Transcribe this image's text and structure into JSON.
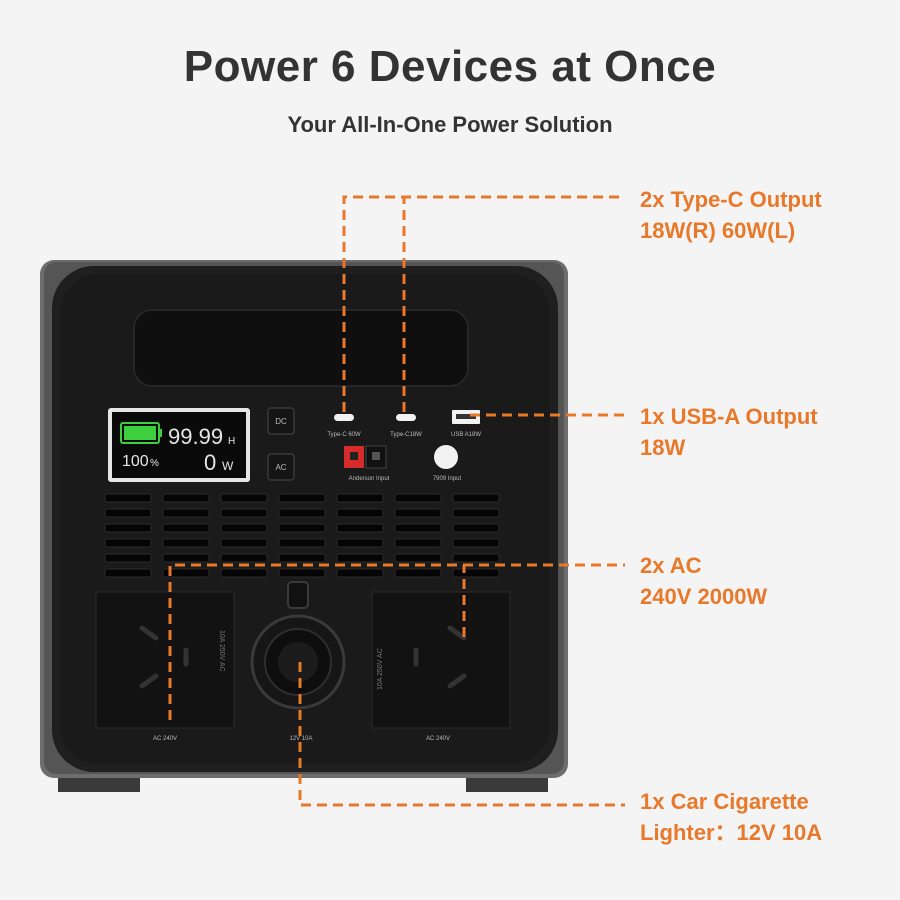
{
  "heading": {
    "title": "Power 6 Devices at Once",
    "subtitle": "Your All-In-One Power Solution"
  },
  "callouts": {
    "typec": {
      "line1": "2x Type-C Output",
      "line2": "18W(R) 60W(L)"
    },
    "usba": {
      "line1": "1x USB-A Output",
      "line2": "18W"
    },
    "ac": {
      "line1": "2x AC",
      "line2": "240V 2000W"
    },
    "car": {
      "line1": "1x Car Cigarette",
      "line2": "Lighter：12V 10A"
    }
  },
  "display": {
    "time": "99.99",
    "time_unit": "H",
    "percent": "100",
    "percent_unit": "%",
    "watts": "0",
    "watts_unit": "W",
    "battery_level": 1.0
  },
  "panel": {
    "dc_button": "DC",
    "ac_button": "AC",
    "typec_left": "Type-C 60W",
    "typec_right": "Type-C18W",
    "usba": "USB A18W",
    "anderson": "Anderson Input",
    "input_7909": "7909 Input",
    "ac_left": "AC 240V",
    "ac_right": "AC 240V",
    "car_port": "12V 10A",
    "socket_rating": "10A 250V AC"
  },
  "colors": {
    "accent": "#e8782a",
    "lcd_green": "#3ecf3e",
    "anderson_red": "#d62b2b"
  }
}
